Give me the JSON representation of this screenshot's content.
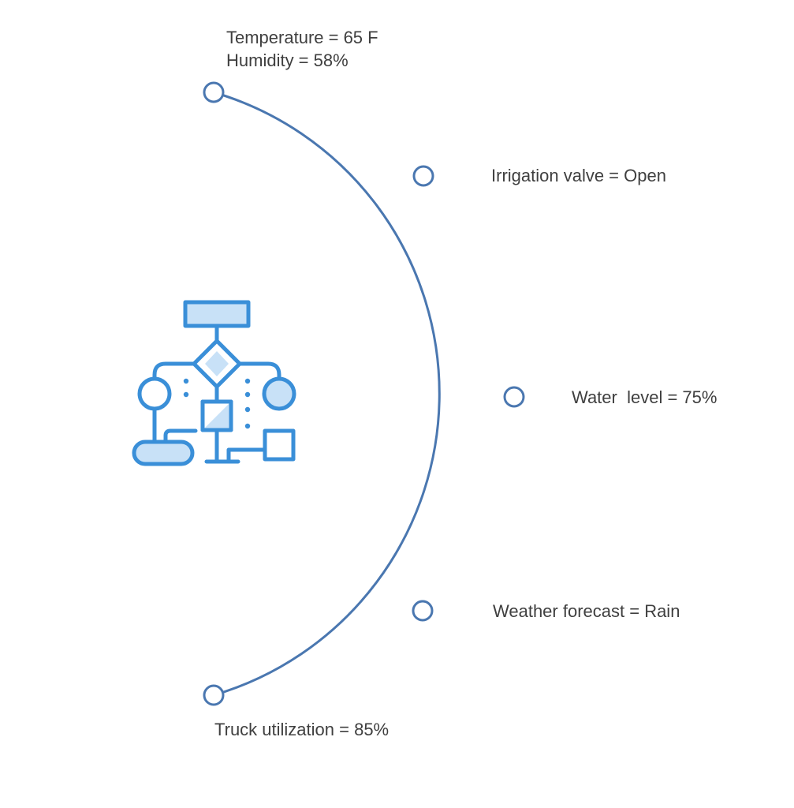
{
  "colors": {
    "arc": "#4a77b0",
    "node_fill": "#ffffff",
    "icon_stroke": "#3a8fd8",
    "icon_fill": "#c8e1f7",
    "text": "#3f3f3f"
  },
  "center_icon": "flowchart-icon",
  "nodes": [
    {
      "id": "temp-humidity",
      "lines": [
        "Temperature = 65 F",
        "Humidity = 58%"
      ]
    },
    {
      "id": "irrigation-valve",
      "lines": [
        "Irrigation valve = Open"
      ]
    },
    {
      "id": "water-level",
      "lines": [
        "Water  level = 75%"
      ]
    },
    {
      "id": "weather-forecast",
      "lines": [
        "Weather forecast = Rain"
      ]
    },
    {
      "id": "truck-utilization",
      "lines": [
        "Truck utilization = 85%"
      ]
    }
  ]
}
